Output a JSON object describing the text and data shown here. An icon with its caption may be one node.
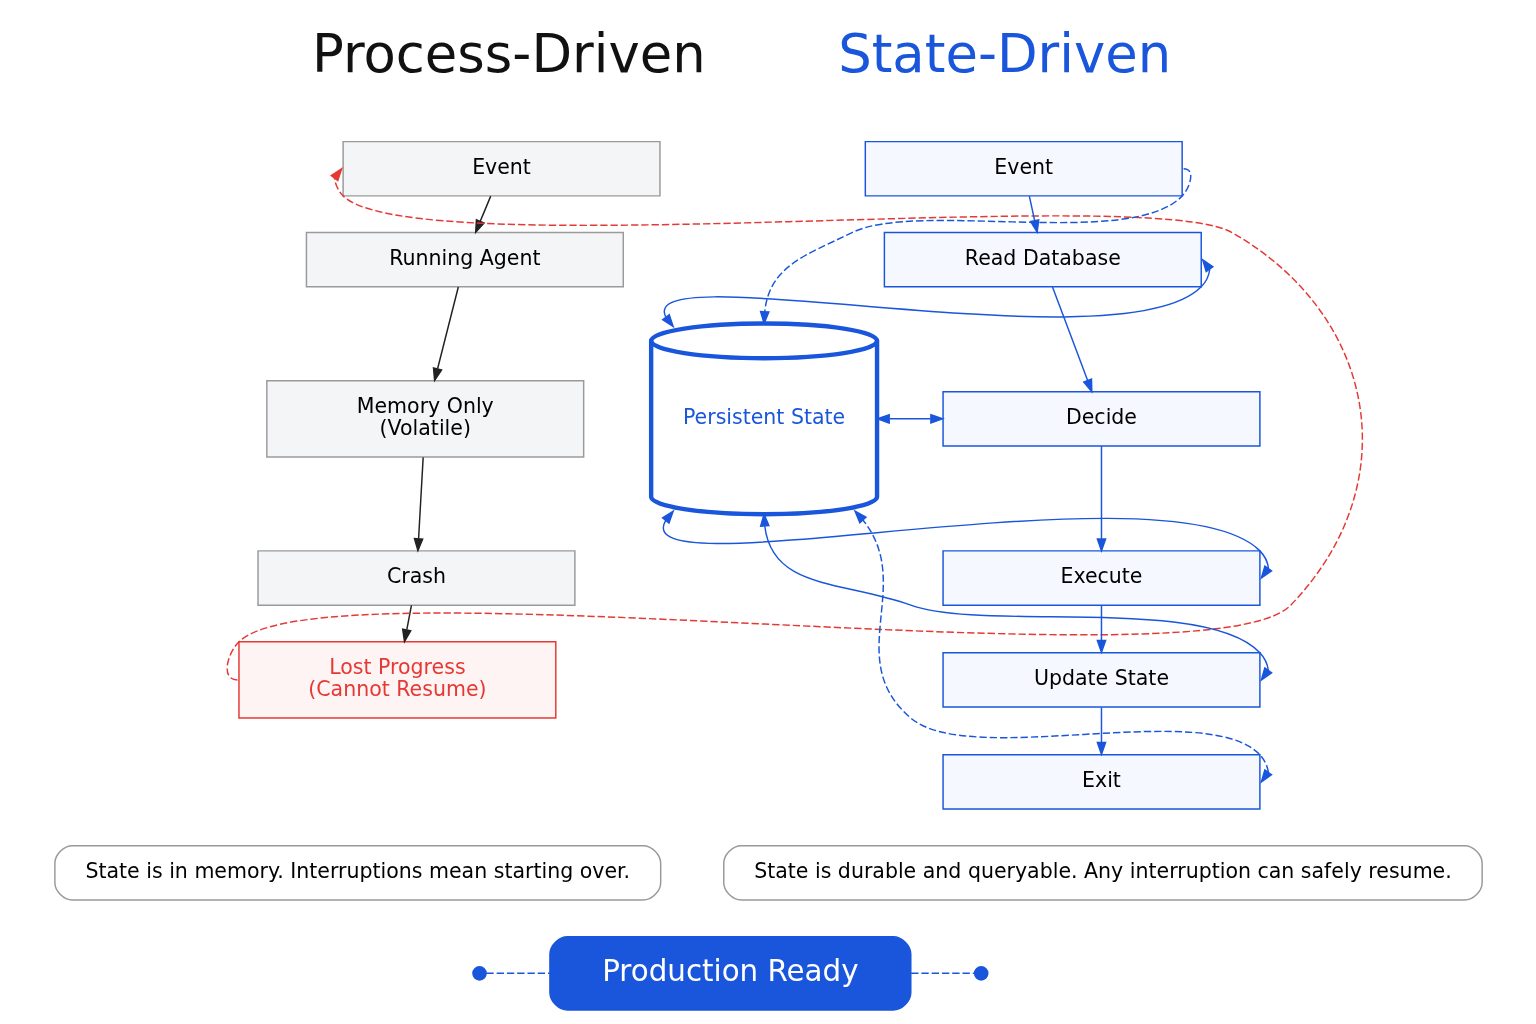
{
  "diagram": {
    "nodes": [
      {
        "text": [
          "Event"
        ]
      },
      {
        "text": [
          "Running Agent"
        ]
      },
      {
        "text": [
          "Memory Only",
          "(Volatile)"
        ]
      },
      {
        "text": [
          "Crash"
        ]
      },
      {
        "text": [
          "Lost Progress",
          "(Cannot Resume)"
        ]
      },
      {
        "text": [
          "State is in memory. Interruptions mean starting over."
        ]
      },
      {
        "text": [
          "Event"
        ]
      },
      {
        "text": [
          "Read Database"
        ]
      },
      {
        "text": [
          "Decide"
        ]
      },
      {
        "text": [
          "Execute"
        ]
      },
      {
        "text": [
          "Update State"
        ]
      },
      {
        "text": [
          "Exit"
        ]
      },
      {
        "text": [
          "Persistent State"
        ]
      },
      {
        "text": [
          "State is durable and queryable. Any interruption can safely resume."
        ]
      },
      {
        "text": [],
        "shape": "circle"
      },
      {
        "text": [
          "Production Ready"
        ]
      },
      {
        "text": [],
        "shape": "circle"
      }
    ],
    "edges": [
      {
        "from": 0,
        "to": 1,
        "arrow": "to",
        "color": "#222222"
      },
      {
        "from": 1,
        "to": 2,
        "arrow": "to",
        "color": "#222222"
      },
      {
        "from": 2,
        "to": 3,
        "arrow": "to",
        "color": "#222222"
      },
      {
        "from": 3,
        "to": 4,
        "arrow": "to",
        "color": "#222222"
      },
      {
        "from": 4,
        "to": 0,
        "arrow": "to",
        "style": "dashed",
        "color": "#e53935"
      },
      {
        "from": 6,
        "to": 7,
        "arrow": "to"
      },
      {
        "from": 7,
        "to": 8,
        "arrow": "to"
      },
      {
        "from": 8,
        "to": 9,
        "arrow": "to"
      },
      {
        "from": 9,
        "to": 10,
        "arrow": "to"
      },
      {
        "from": 10,
        "to": 11,
        "arrow": "to"
      },
      {
        "from": 6,
        "to": 12,
        "arrow": "to",
        "style": "dashed"
      },
      {
        "from": 12,
        "to": 7,
        "arrow": "both"
      },
      {
        "from": 12,
        "to": 8,
        "arrow": "both"
      },
      {
        "from": 12,
        "to": 9,
        "arrow": "both"
      },
      {
        "from": 12,
        "to": 10,
        "arrow": "both"
      },
      {
        "from": 12,
        "to": 11,
        "arrow": "both",
        "style": "dashed"
      },
      {
        "from": 14,
        "to": 15,
        "arrow": "none",
        "style": "dashed"
      },
      {
        "from": 15,
        "to": 16,
        "arrow": "none",
        "style": "dashed"
      }
    ],
    "labels": [
      "Process-Driven",
      "State-Driven"
    ]
  }
}
